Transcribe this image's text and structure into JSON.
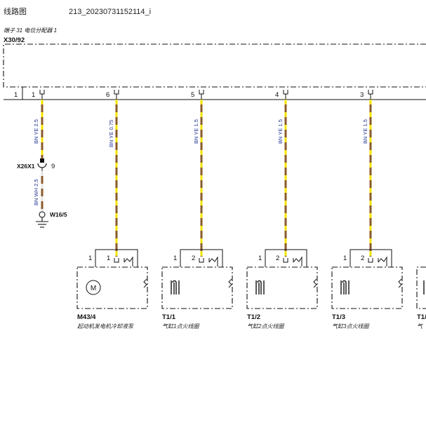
{
  "header": {
    "title": "线路图",
    "filename": "213_20230731152114_i"
  },
  "distributor": {
    "caption": "端子 31 电位分配器 1",
    "id": "X30/92",
    "pins": [
      "1",
      "1",
      "6",
      "5",
      "4",
      "3"
    ]
  },
  "colors": {
    "brown": "#8a5a2b",
    "yellow": "#f2e600",
    "white": "#e6e6e6",
    "line": "#111111",
    "wire_label": "#1c2f8c"
  },
  "wires": [
    {
      "label": "BN YE 2.5"
    },
    {
      "label": "BN YE 0.75"
    },
    {
      "label": "BN YE 1.5"
    },
    {
      "label": "BN YE 1.5"
    },
    {
      "label": "BN YE 1.5"
    }
  ],
  "connector": {
    "id": "X26X1",
    "pin": "9",
    "wire_label": "BN WH 2.5",
    "ground_id": "W16/5"
  },
  "components": [
    {
      "id": "M43/4",
      "desc": "起动机发电机冷却液泵",
      "pin_left": "1",
      "pin_right": "1",
      "icon": "motor-icon"
    },
    {
      "id": "T1/1",
      "desc": "气缸1点火线圈",
      "pin_left": "1",
      "pin_right": "2",
      "icon": "ignition-coil-icon"
    },
    {
      "id": "T1/2",
      "desc": "气缸2点火线圈",
      "pin_left": "1",
      "pin_right": "2",
      "icon": "ignition-coil-icon"
    },
    {
      "id": "T1/3",
      "desc": "气缸3点火线圈",
      "pin_left": "1",
      "pin_right": "2",
      "icon": "ignition-coil-icon"
    },
    {
      "id": "T1/",
      "desc": "气",
      "pin_left": "",
      "pin_right": "",
      "icon": "ignition-coil-icon"
    }
  ]
}
